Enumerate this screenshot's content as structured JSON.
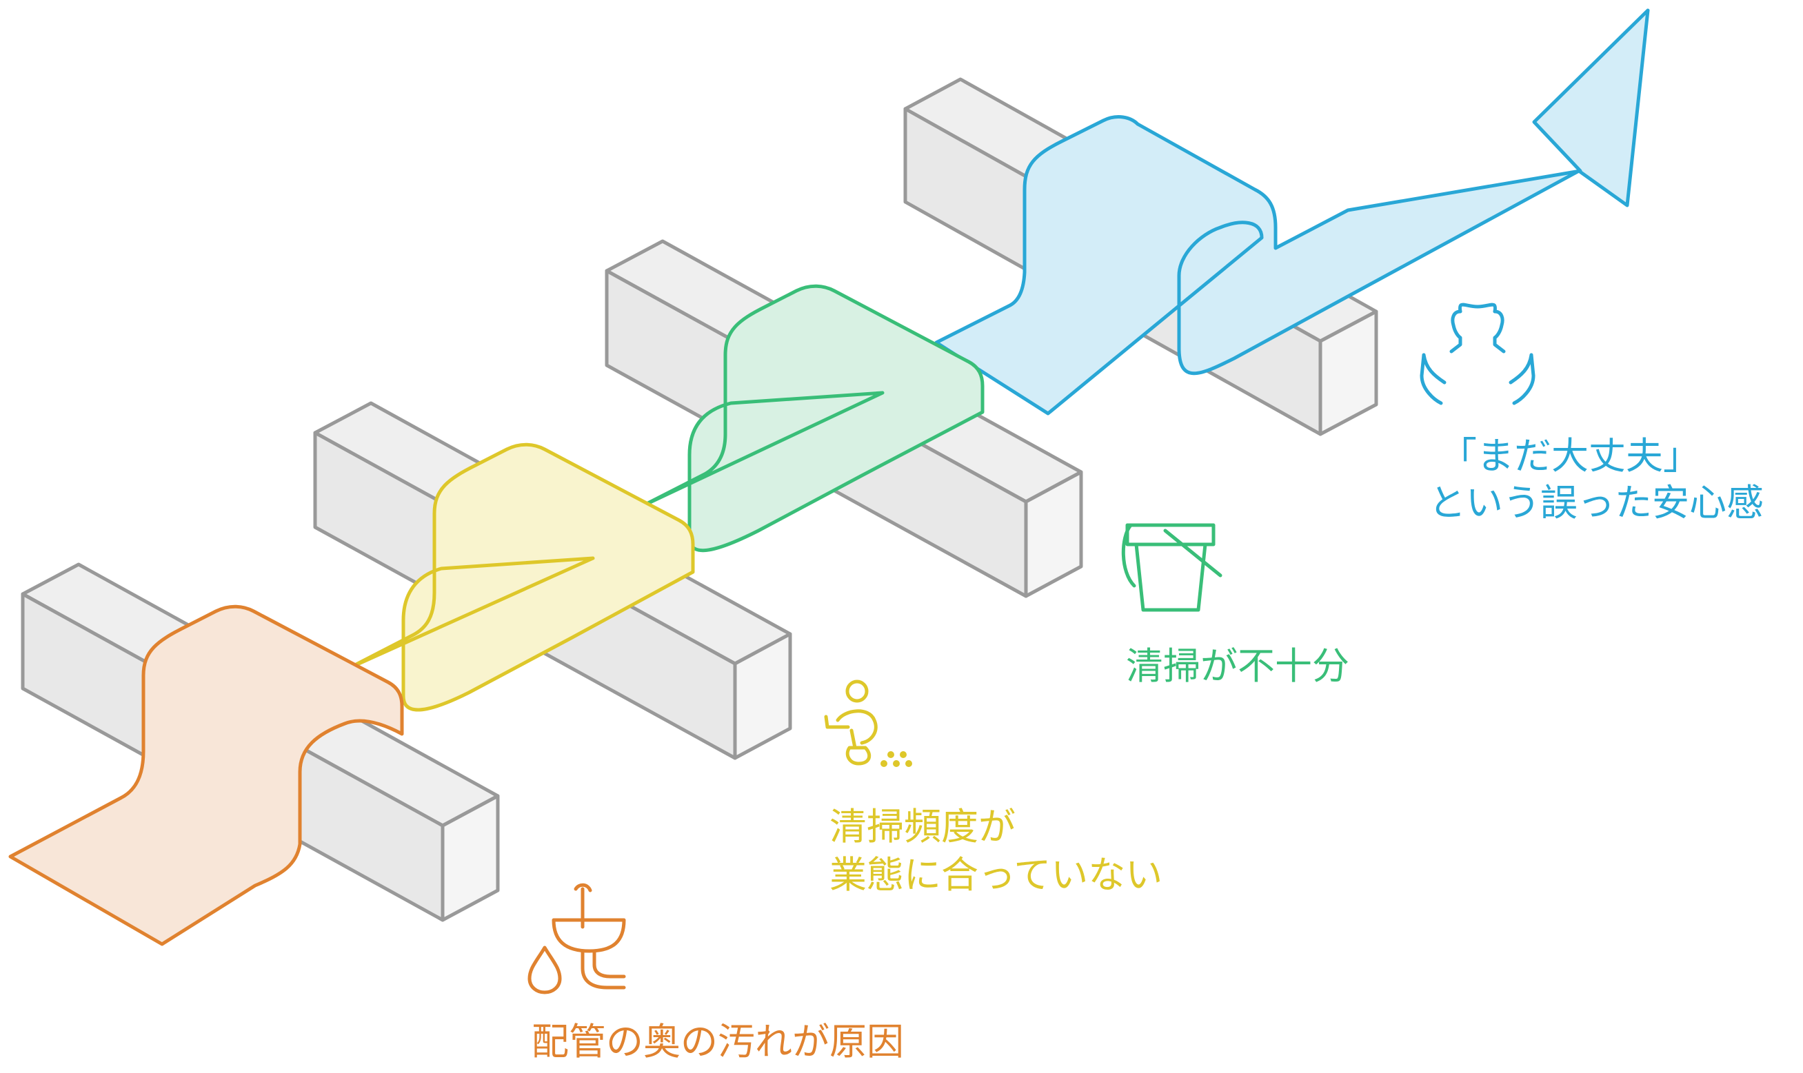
{
  "steps": [
    {
      "id": "step-1",
      "lines": [
        "配管の奥の汚れが原因"
      ],
      "color": "#E0822F",
      "fill": "#F8E6D8",
      "icon": "sink-drain-icon"
    },
    {
      "id": "step-2",
      "lines": [
        "清掃頻度が",
        "業態に合っていない"
      ],
      "color": "#DEC72A",
      "fill": "#F9F4CE",
      "icon": "person-sweeping-icon"
    },
    {
      "id": "step-3",
      "lines": [
        "清掃が不十分"
      ],
      "color": "#39BE78",
      "fill": "#D8F1E3",
      "icon": "bucket-icon"
    },
    {
      "id": "step-4",
      "lines": [
        "「まだ大丈夫」",
        "という誤った安心感"
      ],
      "color": "#29A7D6",
      "fill": "#D3EDF8",
      "icon": "person-hands-icon"
    }
  ]
}
